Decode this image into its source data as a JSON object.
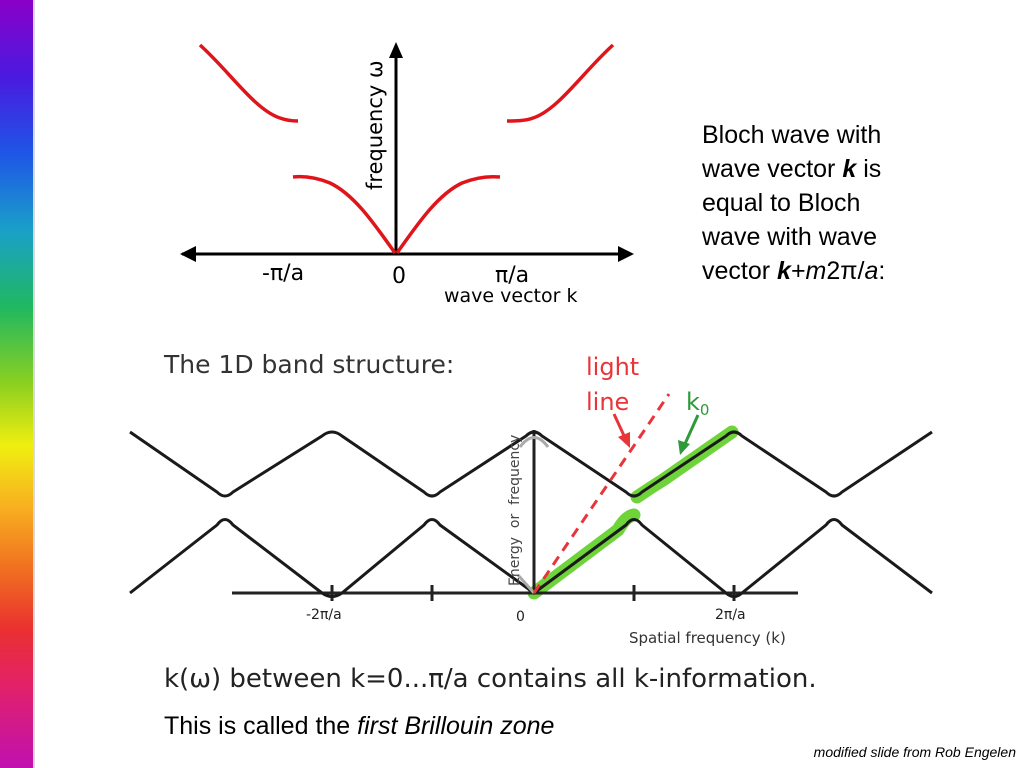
{
  "top_diagram": {
    "freq_label": "frequency ω",
    "neg_label": "-π/a",
    "zero_label": "0",
    "pos_label": "π/a",
    "k_label": "wave vector k",
    "colors": {
      "curve": "#e0151b",
      "axis": "#000000"
    }
  },
  "bloch_text": {
    "line1": "Bloch wave with",
    "line2_pre": "wave vector ",
    "line2_k": "k",
    "line2_post": " is",
    "line3": "equal to Bloch",
    "line4": "wave with wave",
    "line5_pre": "vector ",
    "line5_k": "k",
    "line5_plus": "+",
    "line5_m": "m",
    "line5_2": "2",
    "line5_pi": "π",
    "line5_slash": "/",
    "line5_a": "a",
    "line5_colon": ":"
  },
  "band": {
    "title": "The 1D band structure:",
    "light_line_1": "light",
    "light_line_2": "line",
    "k0_label": "k",
    "k0_sub": "0",
    "y_axis": "Energy  or  frequency",
    "tick_neg": "-2π/a",
    "tick_zero": "0",
    "tick_pos": "2π/a",
    "x_axis": "Spatial frequency (k)",
    "colors": {
      "band": "#1a1a1a",
      "light": "#e8353a",
      "highlight": "#6fd33a",
      "k0": "#2e9a3a",
      "axis": "#222222"
    }
  },
  "kinfo": {
    "pre": "k(",
    "omega": "ω",
    "mid": ") between k=0...",
    "pi": "π",
    "post": "/a contains all k-information."
  },
  "called": {
    "pre": "This is called the ",
    "em": "first Brillouin zone"
  },
  "credit": "modified slide from Rob Engelen"
}
